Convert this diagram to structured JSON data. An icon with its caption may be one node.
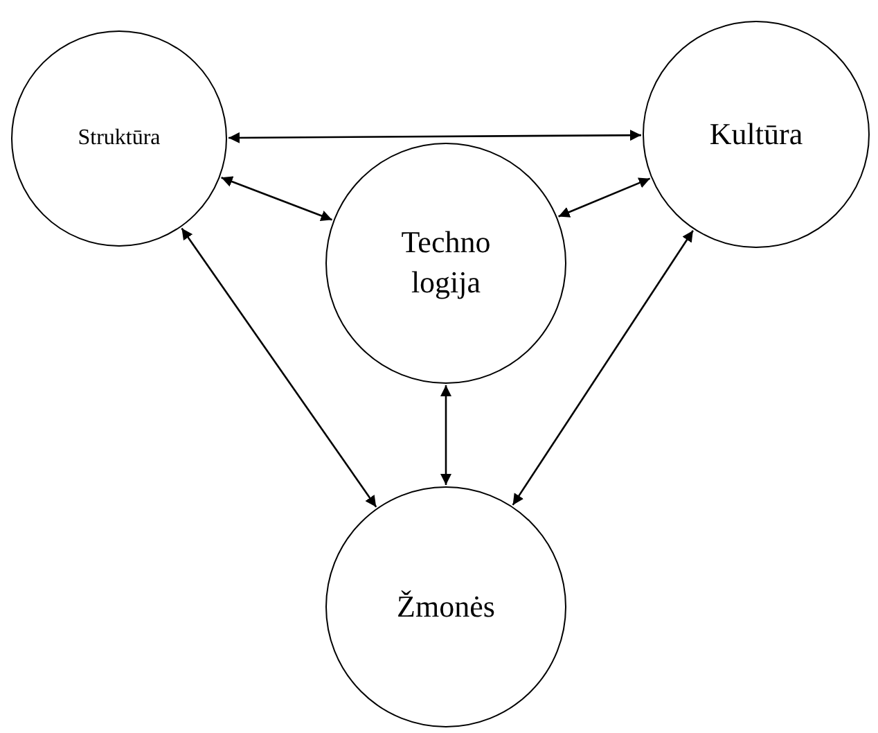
{
  "diagram": {
    "nodes": [
      {
        "text": [
          "Struktūra"
        ]
      },
      {
        "text": [
          "Kultūra"
        ]
      },
      {
        "text": [
          "Techno logija"
        ]
      },
      {
        "text": [
          "Žmonės"
        ]
      }
    ],
    "edges": [
      {
        "from": 0,
        "to": 1,
        "arrow": "both"
      },
      {
        "from": 0,
        "to": 2,
        "arrow": "both"
      },
      {
        "from": 1,
        "to": 2,
        "arrow": "both"
      },
      {
        "from": 0,
        "to": 3,
        "arrow": "both"
      },
      {
        "from": 1,
        "to": 3,
        "arrow": "both"
      },
      {
        "from": 2,
        "to": 3,
        "arrow": "both"
      }
    ]
  }
}
